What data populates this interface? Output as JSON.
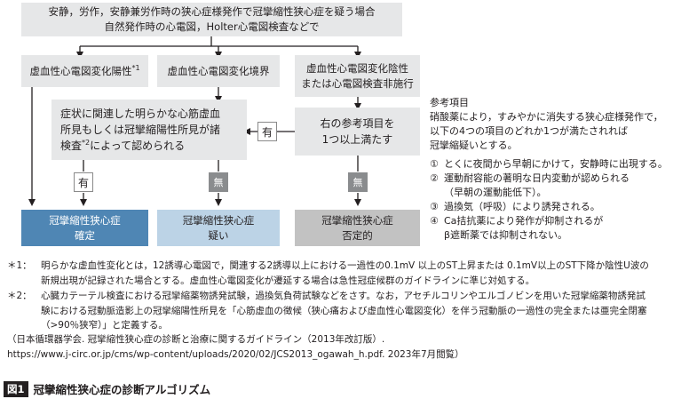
{
  "flowchart": {
    "top": {
      "line1": "安静，労作，安静兼労作時の狭心症様発作で冠攣縮性狭心症を疑う場合",
      "line2": "自然発作時の心電図，Holter心電図検査などで"
    },
    "branch_positive": {
      "label": "虚血性心電図変化陽性",
      "mark": "*1"
    },
    "branch_borderline": {
      "label": "虚血性心電図変化境界"
    },
    "branch_negative": {
      "line1": "虚血性心電図変化陰性",
      "line2": "または心電図検査非施行"
    },
    "middle_left": {
      "line1": "症状に関連した明らかな心筋虚血",
      "line2": "所見もしくは冠攣縮陽性所見が諸",
      "line3": "検査",
      "line3_mark": "*2",
      "line3_rest": "によって認められる"
    },
    "middle_right": {
      "line1": "右の参考項目を",
      "line2": "1つ以上満たす"
    },
    "yes_right": "有",
    "yes_left": "有",
    "no_middle": "無",
    "no_right": "無",
    "result_definite": {
      "line1": "冠攣縮性狭心症",
      "line2": "確定"
    },
    "result_suspect": {
      "line1": "冠攣縮性狭心症",
      "line2": "疑い"
    },
    "result_negative": {
      "line1": "冠攣縮性狭心症",
      "line2": "否定的"
    }
  },
  "reference": {
    "title": "参考項目",
    "intro1": "硝酸薬により，すみやかに消失する狭心症様発作で，",
    "intro2": "以下の4つの項目のどれか1つが満たされれば",
    "intro3": "冠攣縮疑いとする。",
    "items": [
      {
        "num": "①",
        "line1": "とくに夜間から早朝にかけて，安静時に出現する。",
        "line2": ""
      },
      {
        "num": "②",
        "line1": "運動耐容能の著明な日内変動が認められる",
        "line2": "（早朝の運動能低下）。"
      },
      {
        "num": "③",
        "line1": "過換気（呼吸）により誘発される。",
        "line2": ""
      },
      {
        "num": "④",
        "line1": "Ca拮抗薬により発作が抑制されるが",
        "line2": "β遮断薬では抑制されない。"
      }
    ]
  },
  "notes": [
    {
      "mark": "＊1：",
      "line1": "明らかな虚血性変化とは，12誘導心電図で，関連する2誘導以上における一過性の0.1mV 以上のST上昇または 0.1mV以上のST下降か陰性U波の",
      "line2": "新規出現が記録された場合とする。虚血性心電図変化が遷延する場合は急性冠症候群のガイドラインに準じ対処する。",
      "line3": ""
    },
    {
      "mark": "＊2：",
      "line1": "心臓カテーテル検査における冠攣縮薬物誘発試験，過換気負荷試験などをさす。なお，アセチルコリンやエルゴノビンを用いた冠攣縮薬物誘発試",
      "line2": "験における冠動脈造影上の冠攣縮陽性所見を「心筋虚血の徴候（狭心痛および虚血性心電図変化）を伴う冠動脈の一過性の完全または亜完全閉塞",
      "line3": "（>90％狭窄）」と定義する。"
    }
  ],
  "citation": {
    "line1": "（日本循環器学会. 冠攣縮性狭心症の診断と治療に関するガイドライン（2013年改訂版）.",
    "line2": "https://www.j-circ.or.jp/cms/wp-content/uploads/2020/02/JCS2013_ogawah_h.pdf. 2023年7月閲覧）"
  },
  "caption": {
    "label": "図1",
    "title": "冠攣縮性狭心症の診断アルゴリズム"
  },
  "colors": {
    "box_gray": "#e6e7e8",
    "result_definite": "#4f86b4",
    "result_suspect": "#bcd3e6",
    "result_negative": "#c2c2c2",
    "no_box": "#8a8c8e"
  }
}
